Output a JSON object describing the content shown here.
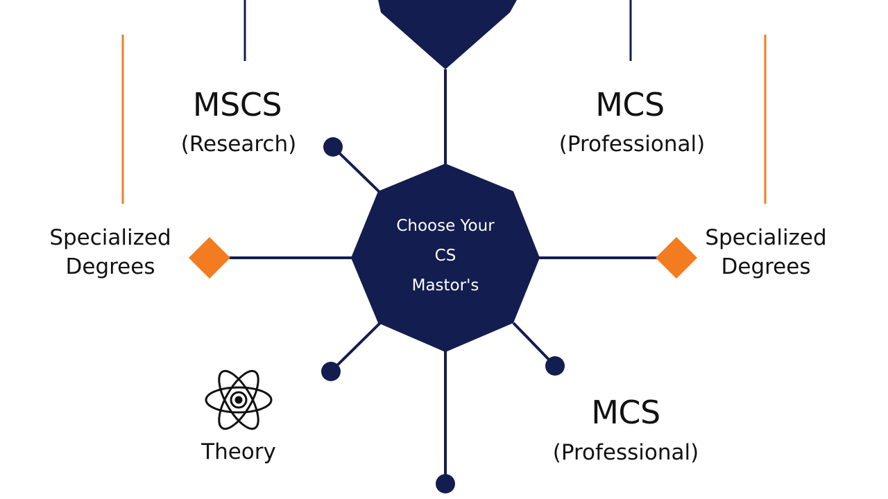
{
  "center": {
    "line1": "Choose Your",
    "line2": "CS",
    "line3": "Mastor's"
  },
  "nodes": {
    "top_left": {
      "title": "MSCS",
      "subtitle": "(Research)"
    },
    "top_right": {
      "title": "MCS",
      "subtitle": "(Professional)"
    },
    "bottom_right": {
      "title": "MCS",
      "subtitle": "(Professional)"
    },
    "left": {
      "line1": "Specialized",
      "line2": "Degrees"
    },
    "right": {
      "line1": "Specialized",
      "line2": "Degrees"
    },
    "bottom_left": {
      "label": "Theory",
      "icon": "atom-icon"
    }
  },
  "colors": {
    "navy": "#131d4f",
    "orange": "#f47c20",
    "text": "#111111",
    "background": "#ffffff"
  }
}
